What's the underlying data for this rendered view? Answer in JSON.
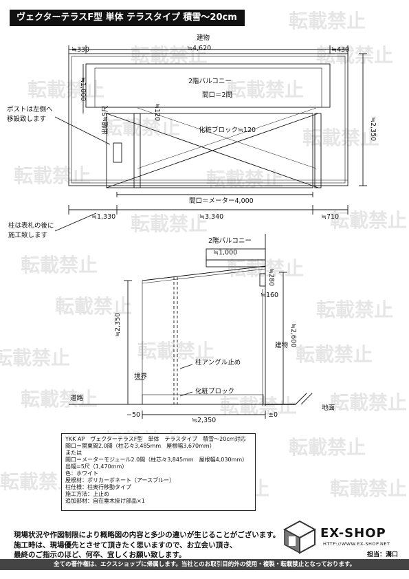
{
  "title": "ヴェクターテラスF型 単体 テラスタイプ 積雪～20cm対応",
  "watermark": "転載禁止",
  "plan": {
    "building": "建物",
    "width_total": "≒4,620",
    "left_offset": "≒330",
    "right_offset": "≒430",
    "depth_1000": "≒1,000",
    "balcony": "2階バルコニー",
    "frontage_2": "間口＝2間",
    "post_120": "≒120",
    "block_120": "化粧ブロック≒120",
    "height_2350": "≒2,350",
    "frontage_meter": "間口＝メーター4,000",
    "dim_1330": "≒1,330",
    "dim_3340": "≒3,340",
    "dim_710": "≒710",
    "depth_label": "出幅≒5尺",
    "note_post": [
      "ポストは左側へ",
      "移設致します"
    ],
    "note_pillar": [
      "柱は表札の後に",
      "施工致します"
    ]
  },
  "section": {
    "balcony": "2階バルコニー",
    "dim_1000": "≒1,000",
    "dim_280": "≒280",
    "dim_160": "≒160",
    "height_2350": "≒2,350",
    "height_2600": "≒2,600",
    "building": "建物",
    "angle": "柱アングル止め",
    "boundary": "境界",
    "block": "化粧ブロック",
    "road": "道路",
    "ground": "地面",
    "dim_minus50": "−50",
    "dim_2350": "≒2,350",
    "dim_zero": "±0"
  },
  "spec": [
    "YKK AP　ヴェクターテラスF型　単体　テラスタイプ　積雪～20cm対応",
    "間口＝関東間2.0間（柱芯々3,485mm　屋根幅3,670mm）",
    "または",
    "間口＝メーターモジュール2.0間（柱芯々3,845mm　屋根幅4,030mm）",
    "出幅=5尺（1,470mm）",
    "色：ホワイト",
    "屋根材：ポリカーボネート（アースブルー）",
    "柱仕様：柱奥行移動タイプ",
    "施工方法：上止め",
    "追加部材：自在垂木掛け部品×1"
  ],
  "notes": [
    "現場状況や作図制限により概略図の内容と多少の違いが生じることがございます。",
    "施工時は、現場優先とさせて頂きたく思いますので、お立会い頂き、",
    "最終のご指示のほど、何卒、宜しくお願い致します。"
  ],
  "logo": {
    "name": "EX-SHOP",
    "url": "HTTP://WWW.EX-SHOP.NET",
    "person": "担当：溝口"
  },
  "footer": "全ての著作権は、エクスショップに帰属します。当社とのお取引目的外の使用・複製・転載禁止となっております。"
}
